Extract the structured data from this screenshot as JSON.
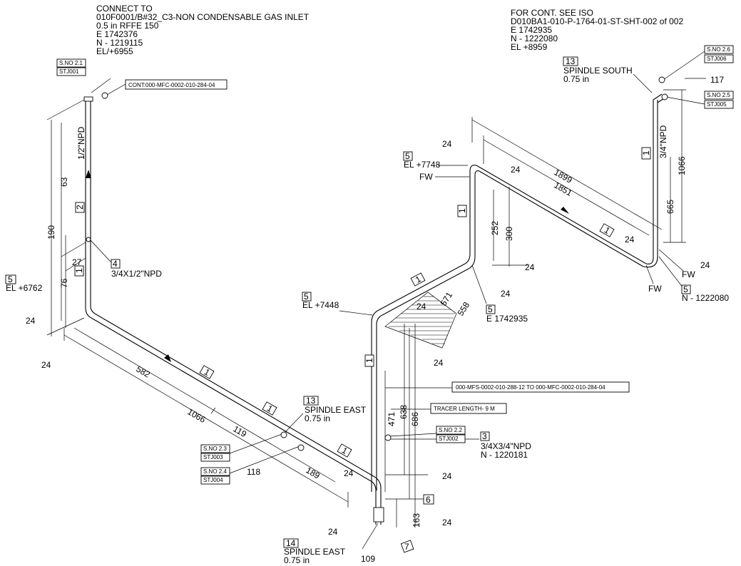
{
  "drawing": {
    "start_note": {
      "lines": [
        "CONNECT TO",
        "010F0001/B#32_C3-NON CONDENSABLE GAS INLET",
        "0.5 in RFFE 150",
        "E 1742376",
        "N - 1219115",
        "EL/+6955"
      ]
    },
    "end_note": {
      "lines": [
        "FOR CONT. SEE ISO",
        "D010BA1-010-P-1764-01-ST-SHT-002 of 002",
        "E 1742935",
        "N - 1222080",
        "EL +8959"
      ]
    },
    "cont_tag": "CONT:000-MFC-0002-010-284-04",
    "line_tag": "000-MFS-0002-010-288-12  TO 000-MFC-0002-010-284-04",
    "tracer_tag": "TRACER LENGTH- 9 M",
    "weld_tags": [
      {
        "sno": "S.NO 2.1",
        "stj": "STJ001"
      },
      {
        "sno": "S.NO 2.2",
        "stj": "STJ002"
      },
      {
        "sno": "S.NO 2.3",
        "stj": "STJ003"
      },
      {
        "sno": "S.NO 2.4",
        "stj": "STJ004"
      },
      {
        "sno": "S.NO 2.5",
        "stj": "STJ005"
      },
      {
        "sno": "S.NO 2.6",
        "stj": "STJ006"
      }
    ],
    "callouts": [
      {
        "num": "5",
        "text": "EL +6762"
      },
      {
        "num": "4",
        "text": "3/4X1/2\"NPD"
      },
      {
        "num": "5",
        "text": "EL +7448"
      },
      {
        "num": "5",
        "text": "EL +7748"
      },
      {
        "num": "5",
        "text": "E 1742935"
      },
      {
        "num": "5",
        "text": "N - 1222080"
      },
      {
        "num": "13",
        "text1": "SPINDLE EAST",
        "text2": "0.75 in"
      },
      {
        "num": "13",
        "text1": "SPINDLE SOUTH",
        "text2": "0.75 in"
      },
      {
        "num": "14",
        "text1": "SPINDLE EAST",
        "text2": "0.75 in"
      },
      {
        "num": "3",
        "text1": "3/4X3/4\"NPD",
        "text2": "N - 1220181"
      },
      {
        "num": "6"
      },
      {
        "num": "7"
      }
    ],
    "part_marks": [
      "1",
      "2",
      "1",
      "1",
      "1",
      "1",
      "1",
      "1",
      "1",
      "1"
    ],
    "npd_labels": [
      "1/2\"NPD",
      "3/4\"NPD"
    ],
    "fw_label": "FW",
    "dims": [
      "190",
      "63",
      "27",
      "76",
      "24",
      "24",
      "582",
      "1066",
      "119",
      "118",
      "189",
      "24",
      "24",
      "1899",
      "1851",
      "24",
      "24",
      "252",
      "300",
      "24",
      "24",
      "24",
      "571",
      "558",
      "24",
      "471",
      "638",
      "686",
      "24",
      "24",
      "163",
      "109",
      "117",
      "1066",
      "665",
      "24",
      "24"
    ]
  }
}
